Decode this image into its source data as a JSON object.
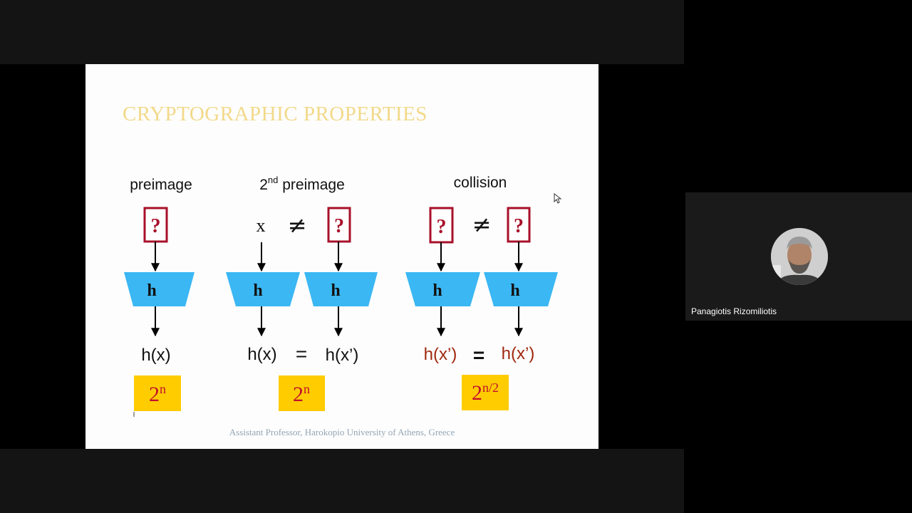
{
  "slide": {
    "title": "CRYPTOGRAPHIC PROPERTIES",
    "footer": "Assistant Professor, Harokopio University of Athens, Greece",
    "columns": {
      "preimage": {
        "label": "preimage",
        "input": "?",
        "hash": "h",
        "output": "h(x)",
        "complexity_base": "2",
        "complexity_exp": "n"
      },
      "second_preimage": {
        "label_ordinal": "2",
        "label_sup": "nd",
        "label_rest": "preimage",
        "input_left": "x",
        "neq": "≠",
        "input_right": "?",
        "hash": "h",
        "output_left": "h(x)",
        "eq": "=",
        "output_right": "h(x’)",
        "complexity_base": "2",
        "complexity_exp": "n"
      },
      "collision": {
        "label": "collision",
        "input_left": "?",
        "neq": "≠",
        "input_right": "?",
        "hash": "h",
        "output_left": "h(x’)",
        "eq": "=",
        "output_right": "h(x’)",
        "complexity_base": "2",
        "complexity_exp": "n/2"
      }
    }
  },
  "participant": {
    "name": "Panagiotis Rizomiliotis"
  },
  "colors": {
    "title": "#f2d98a",
    "hash_box": "#3bb7f3",
    "question_red": "#a8102a",
    "complexity_box": "#ffcc00",
    "output_red": "#a0280f",
    "footer": "#93a5b5"
  },
  "icons": {
    "cursor": "mouse-pointer-icon",
    "avatar": "participant-avatar"
  }
}
